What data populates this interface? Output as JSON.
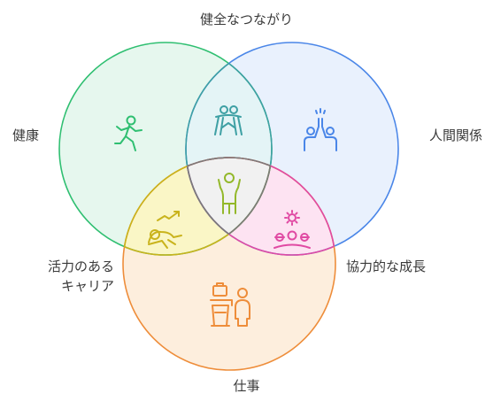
{
  "labels": {
    "top": "健全なつながり",
    "left": "健康",
    "right": "人間関係",
    "center_left_line1": "活力のある",
    "center_left_line2": "キャリア",
    "center_right": "協力的な成長",
    "bottom": "仕事"
  },
  "colors": {
    "health": "#2fbf71",
    "relationships": "#4a86e8",
    "work": "#ee8d3a",
    "connection": "#3ea0a4",
    "vital_career": "#c9b31c",
    "collab_growth": "#e04aa3",
    "center": "#7a7a7a"
  },
  "icons": {
    "health": "running-person-icon",
    "relationships": "high-five-icon",
    "work": "person-at-podium-icon",
    "connection": "hugging-people-icon",
    "vital_career": "growth-chart-person-icon",
    "collab_growth": "team-gear-icon",
    "center": "person-arms-raised-icon"
  }
}
